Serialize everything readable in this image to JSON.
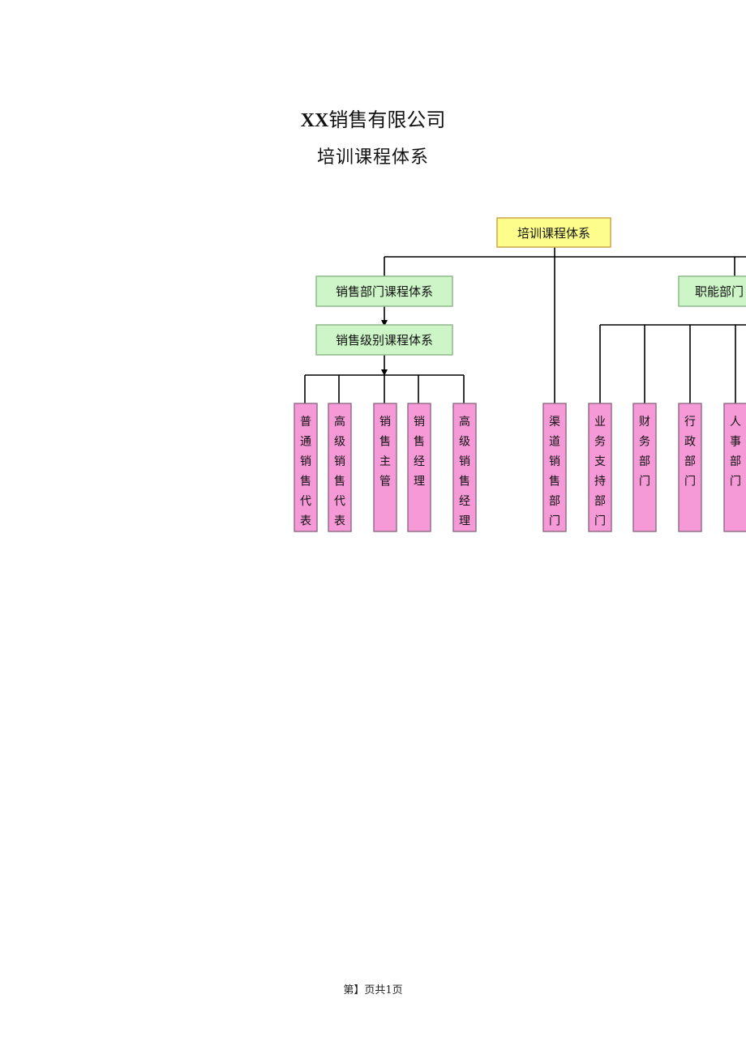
{
  "document": {
    "company": "XX销售有限公司",
    "company_prefix": "XX",
    "company_name": "销售有限公司",
    "subtitle": "培训课程体系"
  },
  "diagram": {
    "root": "培训课程体系",
    "sales_dept": "销售部门课程体系",
    "sales_level": "销售级别课程体系",
    "functional_dept": "职能部门",
    "sales_levels": [
      "普通销售代表",
      "高级销售代表",
      "销售主管",
      "销售经理",
      "高级销售经理"
    ],
    "channel_dept": "渠道销售部门",
    "functional_units": [
      "业务支持部门",
      "财务部门",
      "行政部门",
      "人事部门"
    ]
  },
  "colors": {
    "root_fill": "#fdfd8c",
    "root_border": "#c9a64a",
    "green_fill": "#cdf5c8",
    "green_border": "#8fb98b",
    "pink_fill": "#f59ad7",
    "pink_border": "#8e6a84",
    "line": "#000000"
  },
  "footer": "第】页共1页"
}
